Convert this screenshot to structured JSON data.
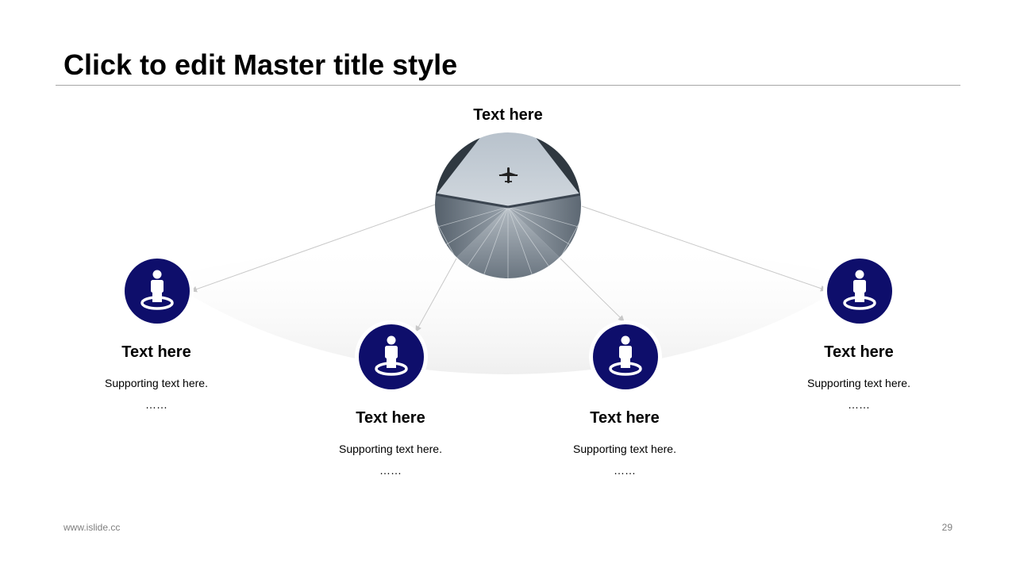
{
  "slide": {
    "title": "Click to edit Master title style",
    "footer_url": "www.islide.cc",
    "page_number": "29"
  },
  "center": {
    "label": "Text here",
    "image": "airplane-over-skyscrapers-photo"
  },
  "nodes": [
    {
      "heading": "Text here",
      "support": "Supporting text here.",
      "ellipsis": "……",
      "icon": "person-on-location-icon"
    },
    {
      "heading": "Text here",
      "support": "Supporting text here.",
      "ellipsis": "……",
      "icon": "person-on-location-icon"
    },
    {
      "heading": "Text here",
      "support": "Supporting text here.",
      "ellipsis": "……",
      "icon": "person-on-location-icon"
    },
    {
      "heading": "Text here",
      "support": "Supporting text here.",
      "ellipsis": "……",
      "icon": "person-on-location-icon"
    }
  ],
  "colors": {
    "node_fill": "#0e0e6b",
    "connector": "#c8c8c8",
    "title_rule": "#a6a6a6"
  }
}
